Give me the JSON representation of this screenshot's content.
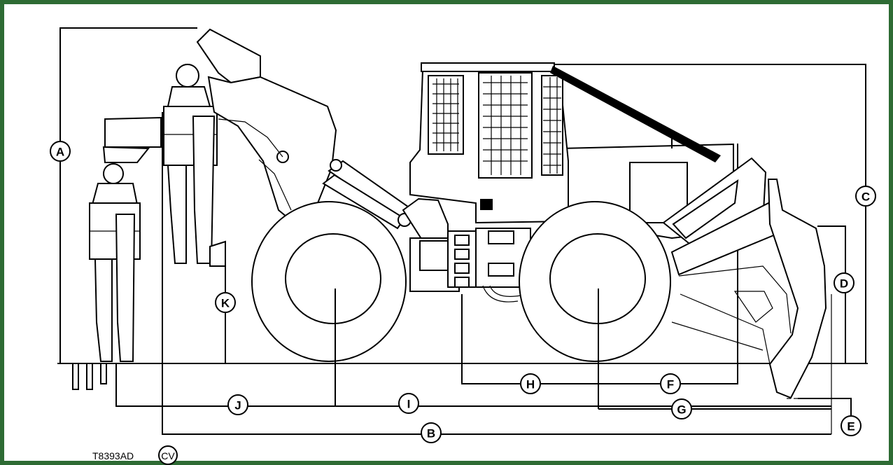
{
  "callouts": {
    "A": "A",
    "B": "B",
    "C": "C",
    "D": "D",
    "E": "E",
    "F": "F",
    "G": "G",
    "H": "H",
    "I": "I",
    "J": "J",
    "K": "K"
  },
  "figure_id": "T8393AD",
  "figure_suffix": "CV",
  "colors": {
    "frame": "#2e6b34",
    "line": "#000000"
  }
}
